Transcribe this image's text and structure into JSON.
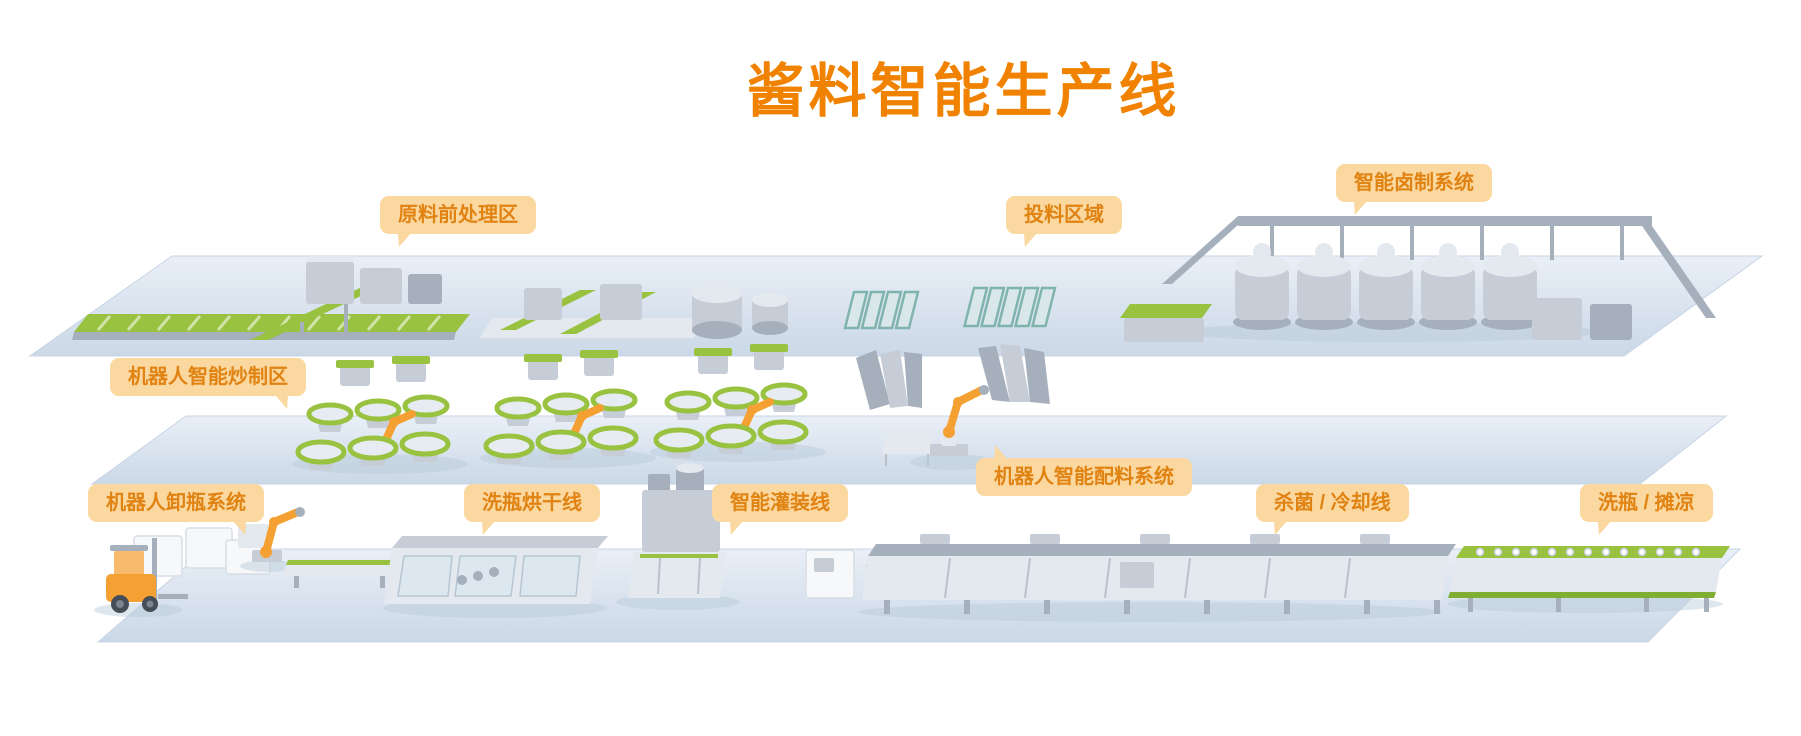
{
  "title": "酱料智能生产线",
  "colors": {
    "title": "#f08200",
    "label_bg": "#fbd8a0",
    "label_text": "#e08312",
    "platform_top": "#e9eff7",
    "platform_bottom": "#cbd8e7",
    "machine_gray": "#c6cdd6",
    "machine_dark": "#a6b0bc",
    "machine_light": "#e4e9ef",
    "belt_green": "#98c23f",
    "robot_orange": "#f5a032",
    "bin_teal": "#7fb3ad"
  },
  "labels": [
    {
      "id": "pretreatment",
      "text": "原料前处理区"
    },
    {
      "id": "feeding",
      "text": "投料区域"
    },
    {
      "id": "marinating",
      "text": "智能卤制系统"
    },
    {
      "id": "frying",
      "text": "机器人智能炒制区"
    },
    {
      "id": "batching",
      "text": "机器人智能配料系统"
    },
    {
      "id": "unloading",
      "text": "机器人卸瓶系统"
    },
    {
      "id": "washing_drying",
      "text": "洗瓶烘干线"
    },
    {
      "id": "filling",
      "text": "智能灌装线"
    },
    {
      "id": "sterilization_cooling",
      "text": "杀菌 / 冷却线"
    },
    {
      "id": "washing_cooling",
      "text": "洗瓶 / 摊凉"
    }
  ]
}
